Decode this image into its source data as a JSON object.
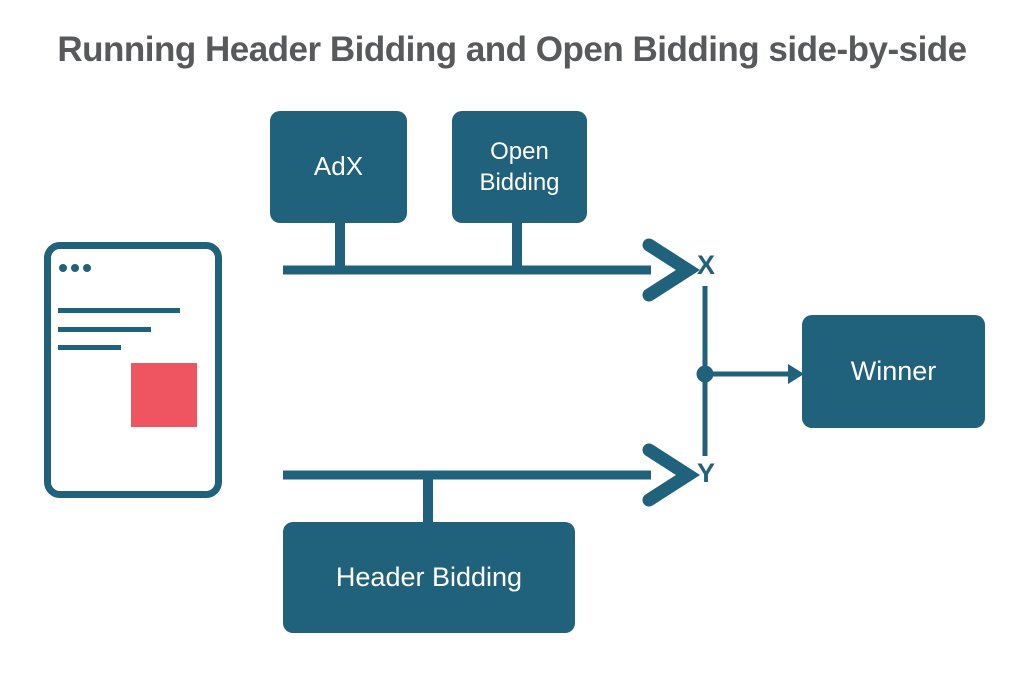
{
  "title": "Running Header Bidding and Open Bidding side-by-side",
  "colors": {
    "teal": "#20617C",
    "coral": "#EE5561",
    "title_gray": "#58595B",
    "background": "#FFFFFF"
  },
  "diagram": {
    "nodes": {
      "adx": {
        "label": "AdX"
      },
      "open_bidding": {
        "label": "Open Bidding"
      },
      "header_bidding": {
        "label": "Header Bidding"
      },
      "winner": {
        "label": "Winner"
      }
    },
    "junction_labels": {
      "x": "X",
      "y": "Y"
    },
    "icons": {
      "webpage": "webpage-with-ad-slot-icon"
    }
  }
}
